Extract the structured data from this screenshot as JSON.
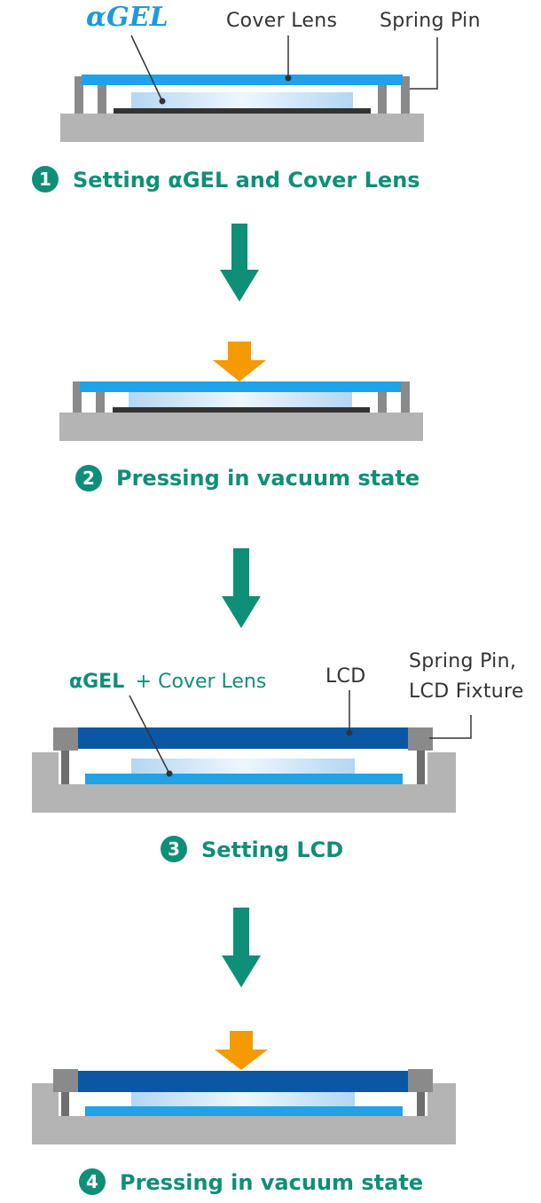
{
  "labels": {
    "agel_logo": "αGEL",
    "cover_lens": "Cover Lens",
    "spring_pin": "Spring Pin",
    "agel_cover_lens_agel": "αGEL",
    "agel_cover_lens_rest": "+ Cover Lens",
    "lcd": "LCD",
    "spring_pin_lcd_line1": "Spring Pin,",
    "spring_pin_lcd_line2": "LCD Fixture"
  },
  "steps": [
    {
      "number": "1",
      "text": "Setting αGEL and Cover Lens"
    },
    {
      "number": "2",
      "text": "Pressing in vacuum state"
    },
    {
      "number": "3",
      "text": "Setting LCD"
    },
    {
      "number": "4",
      "text": "Pressing in vacuum state"
    }
  ],
  "colors": {
    "teal": "#0e8f77",
    "cover_lens_blue": "#1fa2e6",
    "lcd_navy": "#0b57a4",
    "base_gray": "#b4b4b4",
    "pin_gray": "#8a8a8a",
    "press_orange": "#f59a00",
    "gel_light": "#cfe6f7"
  }
}
